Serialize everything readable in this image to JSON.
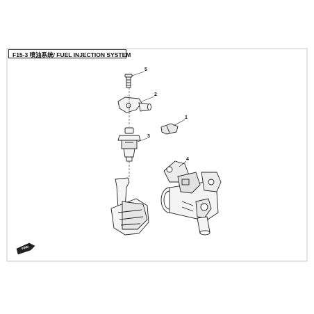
{
  "header": {
    "title": "F15-3 喷油系统/ FUEL INJECTION SYSTEM"
  },
  "callouts": [
    {
      "id": "1",
      "label": "1"
    },
    {
      "id": "2",
      "label": "2"
    },
    {
      "id": "3",
      "label": "3"
    },
    {
      "id": "4",
      "label": "4"
    },
    {
      "id": "5",
      "label": "5"
    }
  ],
  "fwd_badge": {
    "label": "FWD"
  },
  "colors": {
    "line": "#222222",
    "frame": "#bbbbbb",
    "shade": "#d9d9d9"
  }
}
